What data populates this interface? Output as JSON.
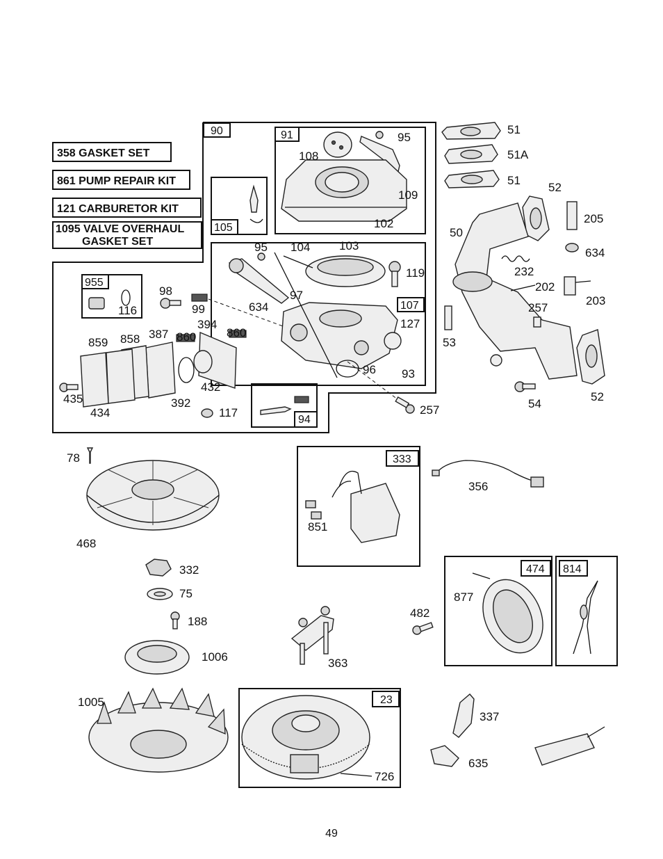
{
  "kits": {
    "k358": "358  GASKET SET",
    "k861": "861 PUMP REPAIR KIT",
    "k121": "121  CARBURETOR KIT",
    "k1095a": "1095 VALVE OVERHAUL",
    "k1095b": "GASKET SET"
  },
  "boxes": {
    "b90": "90",
    "b91": "91",
    "b105": "105",
    "b107": "107",
    "b955": "955",
    "b94": "94",
    "b333": "333",
    "b474": "474",
    "b814": "814",
    "b23": "23"
  },
  "labels": {
    "p51a": "51",
    "p51A": "51A",
    "p51b": "51",
    "p52a": "52",
    "p205": "205",
    "p50": "50",
    "p634a": "634",
    "p232": "232",
    "p202": "202",
    "p203": "203",
    "p257a": "257",
    "p53": "53",
    "p54": "54",
    "p52b": "52",
    "p108": "108",
    "p95a": "95",
    "p109": "109",
    "p102": "102",
    "p95b": "95",
    "p104": "104",
    "p103": "103",
    "p119": "119",
    "p97": "97",
    "p634b": "634",
    "p127": "127",
    "p96": "96",
    "p93": "93",
    "p257b": "257",
    "p98": "98",
    "p116": "116",
    "p99": "99",
    "p394": "394",
    "p860a": "860",
    "p860b": "860",
    "p387": "387",
    "p859": "859",
    "p858": "858",
    "p435": "435",
    "p434": "434",
    "p392": "392",
    "p432": "432",
    "p117": "117",
    "p78": "78",
    "p468": "468",
    "p332": "332",
    "p75": "75",
    "p188": "188",
    "p1006": "1006",
    "p1005": "1005",
    "p356": "356",
    "p851": "851",
    "p482": "482",
    "p877": "877",
    "p363": "363",
    "p726": "726",
    "p337": "337",
    "p635": "635"
  },
  "page_number": "49"
}
